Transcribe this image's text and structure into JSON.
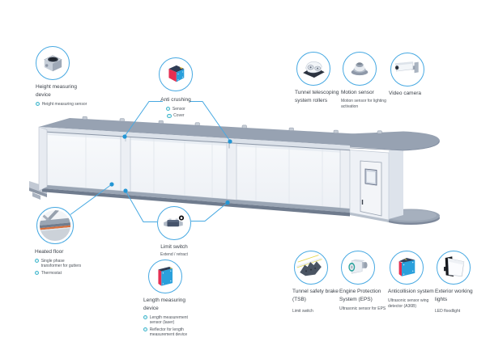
{
  "colors": {
    "accent_line": "#47a9e2",
    "attach_dot": "#2496d4",
    "bullet_ring": "#3fb6cc",
    "canopy_gray": "#97a2b2",
    "panel_white": "#f6f8fa",
    "cube_red": "#e62e52",
    "cube_blue": "#2aa0dc",
    "heater_orange": "#d8703d"
  },
  "callouts": {
    "height_measuring": {
      "title": "Height measuring device",
      "icon": "height-measuring-device-icon",
      "bullets": [
        "Height measuring sensor"
      ]
    },
    "anti_crushing": {
      "title": "Anti crushing",
      "icon": "anti-crushing-sensor-icon",
      "bullets": [
        "Sensor",
        "Cover"
      ]
    },
    "tunnel_telescoping": {
      "title": "Tunnel telescoping system rollers",
      "icon": "telescoping-rollers-icon"
    },
    "motion_sensor": {
      "title": "Motion sensor",
      "icon": "motion-sensor-icon",
      "subtitle": "Motion sensor for lighting activation"
    },
    "video_camera": {
      "title": "Video camera",
      "icon": "video-camera-icon"
    },
    "heated_floor": {
      "title": "Heated floor",
      "icon": "heated-floor-icon",
      "bullets": [
        "Single phase transformer for gutters",
        "Thermostat"
      ]
    },
    "limit_switch": {
      "title": "Limit switch",
      "icon": "limit-switch-icon",
      "subtitle": "Extend / retract"
    },
    "length_measuring": {
      "title": "Length measuring device",
      "icon": "length-measuring-device-icon",
      "bullets": [
        "Length measurement sensor (laser)",
        "Reflector for length measurement device"
      ]
    },
    "tunnel_safety_brake": {
      "title": "Tunnel safety brake (TSB)",
      "icon": "tunnel-safety-brake-icon",
      "subtitle": "Limit switch"
    },
    "engine_protection": {
      "title": "Engine Protection System (EPS)",
      "icon": "eps-ultrasonic-sensor-icon",
      "subtitle": "Ultrasonic sensor for EPS"
    },
    "anticollision": {
      "title": "Anticollision system",
      "icon": "anticollision-sensor-icon",
      "subtitle": "Ultrasonic sensor wing detector (A36B)"
    },
    "exterior_lights": {
      "title": "Exterior working lights",
      "icon": "led-floodlight-icon",
      "subtitle": "LED floodlight"
    }
  }
}
